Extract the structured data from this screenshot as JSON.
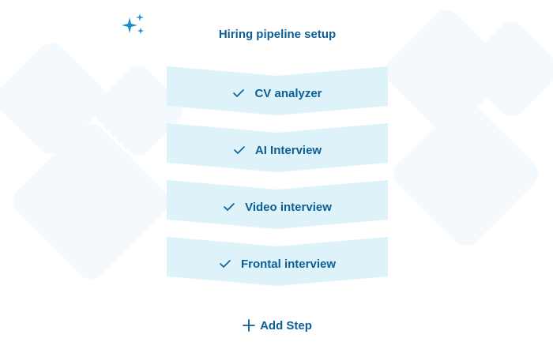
{
  "pipeline": {
    "title": "Hiring pipeline setup",
    "steps": [
      {
        "label": "CV analyzer",
        "icon": "check-icon",
        "status": "done"
      },
      {
        "label": "AI Interview",
        "icon": "check-icon",
        "status": "done"
      },
      {
        "label": "Video interview",
        "icon": "check-icon",
        "status": "done"
      },
      {
        "label": "Frontal interview",
        "icon": "check-icon",
        "status": "done"
      }
    ],
    "add_step_label": "Add Step",
    "add_icon": "plus-icon"
  },
  "decor": {
    "sparkle_icon": "sparkle-icon"
  },
  "colors": {
    "accent": "#0b5f95",
    "step_fill": "#def2fa",
    "background_shape": "#f4f9fd",
    "sparkle": "#1a8fd0"
  }
}
